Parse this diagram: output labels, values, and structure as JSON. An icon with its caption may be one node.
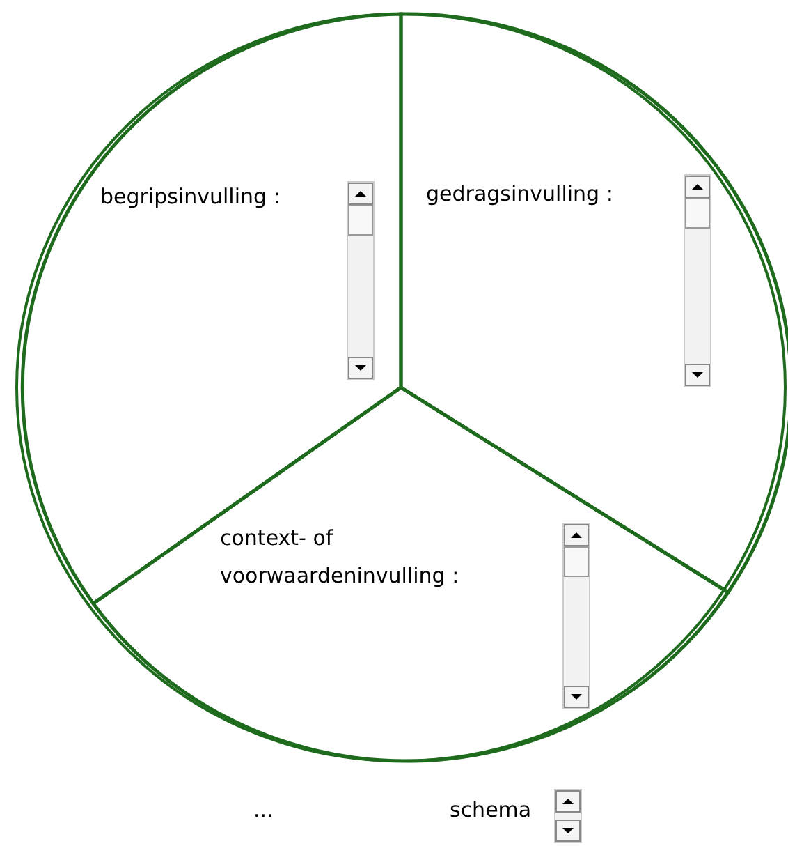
{
  "diagram": {
    "nodes": [
      {
        "text": [],
        "shape": "circle"
      },
      {
        "text": [
          "begripsinvulling :"
        ],
        "in": 0
      },
      {
        "text": [
          "gedragsinvulling :"
        ],
        "in": 0
      },
      {
        "text": [
          "context- of voorwaardeninvulling :"
        ],
        "in": 0
      }
    ],
    "edges": [],
    "labels": [
      "...",
      "schema"
    ]
  }
}
